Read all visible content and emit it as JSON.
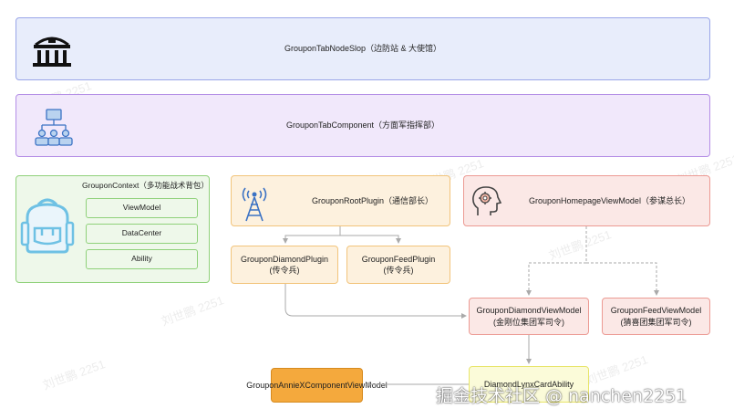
{
  "nodes": {
    "slop": "GrouponTabNodeSlop（边防站 & 大使馆）",
    "component": "GrouponTabComponent（方面军指挥部）",
    "context": "GrouponContext（多功能战术背包）",
    "view_model": "ViewModel",
    "data_center": "DataCenter",
    "ability": "Ability",
    "root_plugin": "GrouponRootPlugin（通信部长）",
    "homepage_vm": "GrouponHomepageViewModel（参谋总长）",
    "diamond_plugin_name": "GrouponDiamondPlugin",
    "diamond_plugin_role": "(传令兵)",
    "feed_plugin_name": "GrouponFeedPlugin",
    "feed_plugin_role": "(传令兵)",
    "diamond_vm_name": "GrouponDiamondViewModel",
    "diamond_vm_role": "(金刚位集团军司令)",
    "feed_vm_name": "GrouponFeedViewModel",
    "feed_vm_role": "(猜喜团集团军司令)",
    "annie_vm": "GrouponAnnieXComponentViewModel",
    "lynx_ability": "DiamondLynxCardAbility"
  },
  "watermark": "刘世鹏 2251",
  "brand": "掘金技术社区 @ nanchen2251",
  "icons": [
    "embassy-building-icon",
    "org-hierarchy-icon",
    "backpack-icon",
    "radio-tower-icon",
    "brain-gear-icon"
  ],
  "colors": {
    "blue_fill": "#e8edfb",
    "blue_border": "#9aa6e8",
    "purple_fill": "#f1e8fb",
    "purple_border": "#b48ee6",
    "green_fill": "#eef8ea",
    "green_border": "#8fd17a",
    "orange_fill": "#fdf1de",
    "orange_border": "#f2c47b",
    "red_fill": "#fbe8e6",
    "red_border": "#ec9a93",
    "yellow_fill": "#fbfbd9",
    "orange_solid": "#f4a93d"
  }
}
